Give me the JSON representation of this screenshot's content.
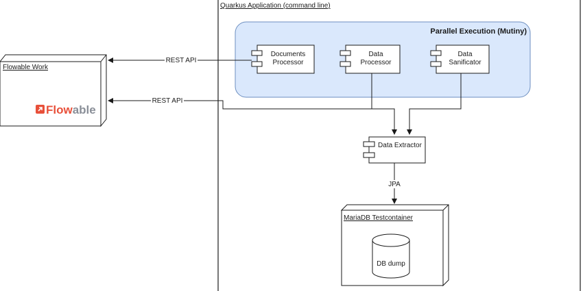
{
  "diagram": {
    "app_container_title": "Quarkus Application (command line)",
    "parallel_group_title": "Parallel Execution (Mutiny)",
    "components": {
      "documents_processor": [
        "Documents",
        "Processor"
      ],
      "data_processor": [
        "Data",
        "Processor"
      ],
      "data_sanificator": [
        "Data",
        "Sanificator"
      ],
      "data_extractor": "Data Extractor"
    },
    "external_node": {
      "title": "Flowable Work",
      "logo_text_red": "Flow",
      "logo_text_gray": "able"
    },
    "db_node": {
      "title": "MariaDB Testcontainer",
      "database_label": "DB dump"
    },
    "edges": {
      "rest_api_1": "REST API",
      "rest_api_2": "REST API",
      "jpa": "JPA"
    },
    "colors": {
      "group_fill": "#dae8fc",
      "group_stroke": "#6c8ebf",
      "line": "#1a1a1a",
      "brand_red": "#e8503a",
      "brand_gray": "#8a8f98"
    }
  }
}
